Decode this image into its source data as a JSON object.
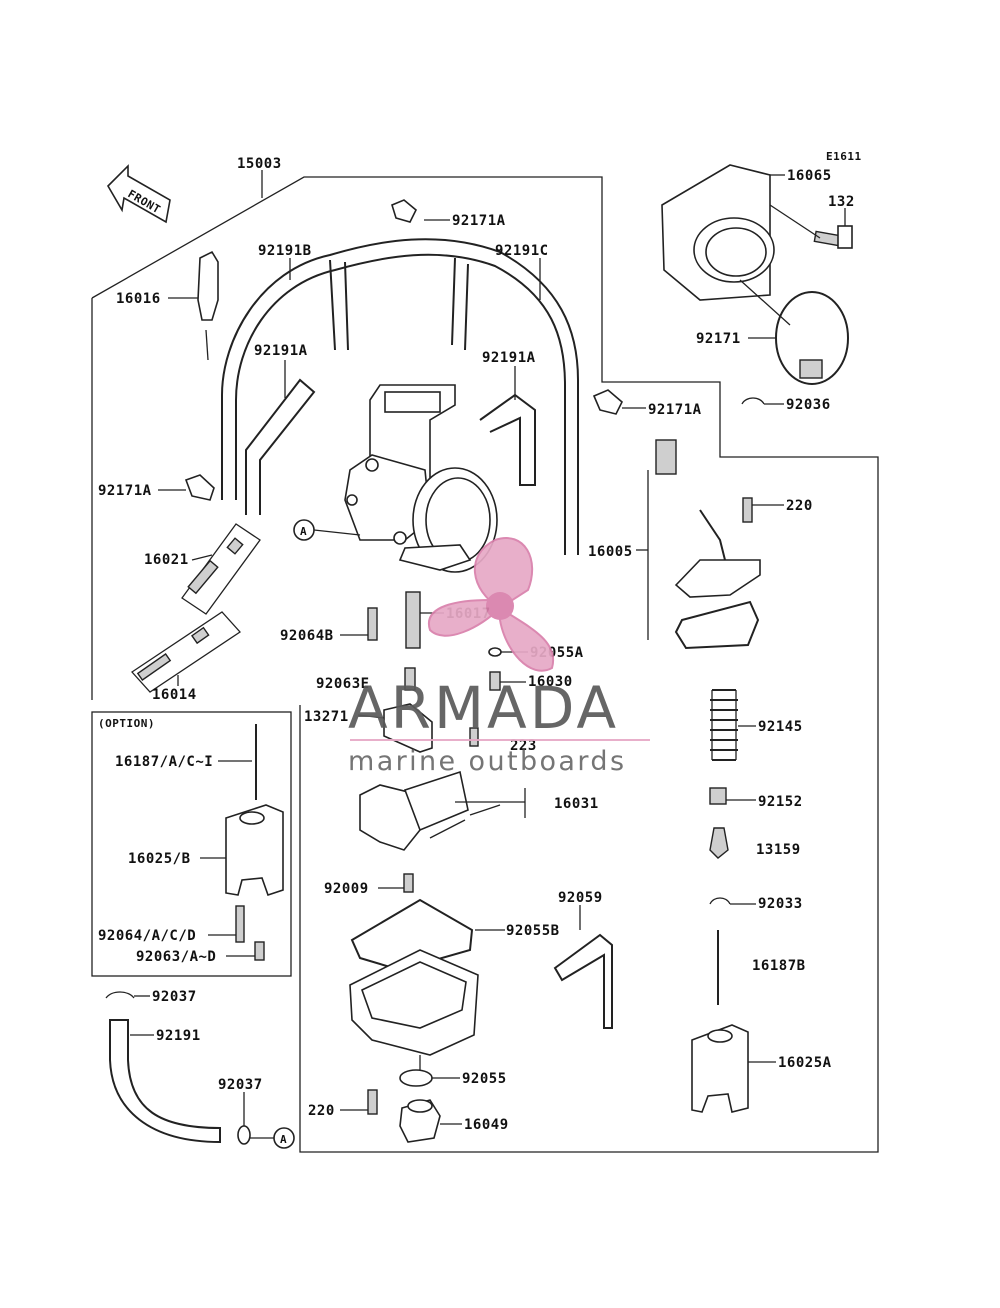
{
  "diagram": {
    "code": "E1611",
    "front_marker": "FRONT",
    "option_box_title": "(OPTION)",
    "callout_letter": "A",
    "labels": {
      "p15003": "15003",
      "p92171A_top": "92171A",
      "p92191B": "92191B",
      "p92191C": "92191C",
      "p16016": "16016",
      "p92191A_left": "92191A",
      "p92191A_right": "92191A",
      "p92171A_left": "92171A",
      "p16021": "16021",
      "p16017": "16017",
      "p92064B": "92064B",
      "p92055A": "92055A",
      "p16014": "16014",
      "p92063E": "92063E",
      "p16030": "16030",
      "p13271": "13271",
      "p223": "223",
      "p16031": "16031",
      "p16187ACI": "16187/A/C~I",
      "p16025B": "16025/B",
      "p92064ACD": "92064/A/C/D",
      "p92063AD": "92063/A~D",
      "p92009": "92009",
      "p92055B": "92055B",
      "p92059": "92059",
      "p92037_top": "92037",
      "p92191": "92191",
      "p92037_bot": "92037",
      "p92055": "92055",
      "p220_bot": "220",
      "p16049": "16049",
      "p16065": "16065",
      "p132": "132",
      "p92171": "92171",
      "p92171A_right": "92171A",
      "p92036": "92036",
      "p220_right": "220",
      "p16005": "16005",
      "p92145": "92145",
      "p92152": "92152",
      "p13159": "13159",
      "p92033": "92033",
      "p16187B": "16187B",
      "p16025A": "16025A"
    }
  },
  "watermark": {
    "brand": "ARMADA",
    "tagline": "marine outboards",
    "logo_color": "#e7a9c6",
    "logo_accent": "#d97fab"
  }
}
